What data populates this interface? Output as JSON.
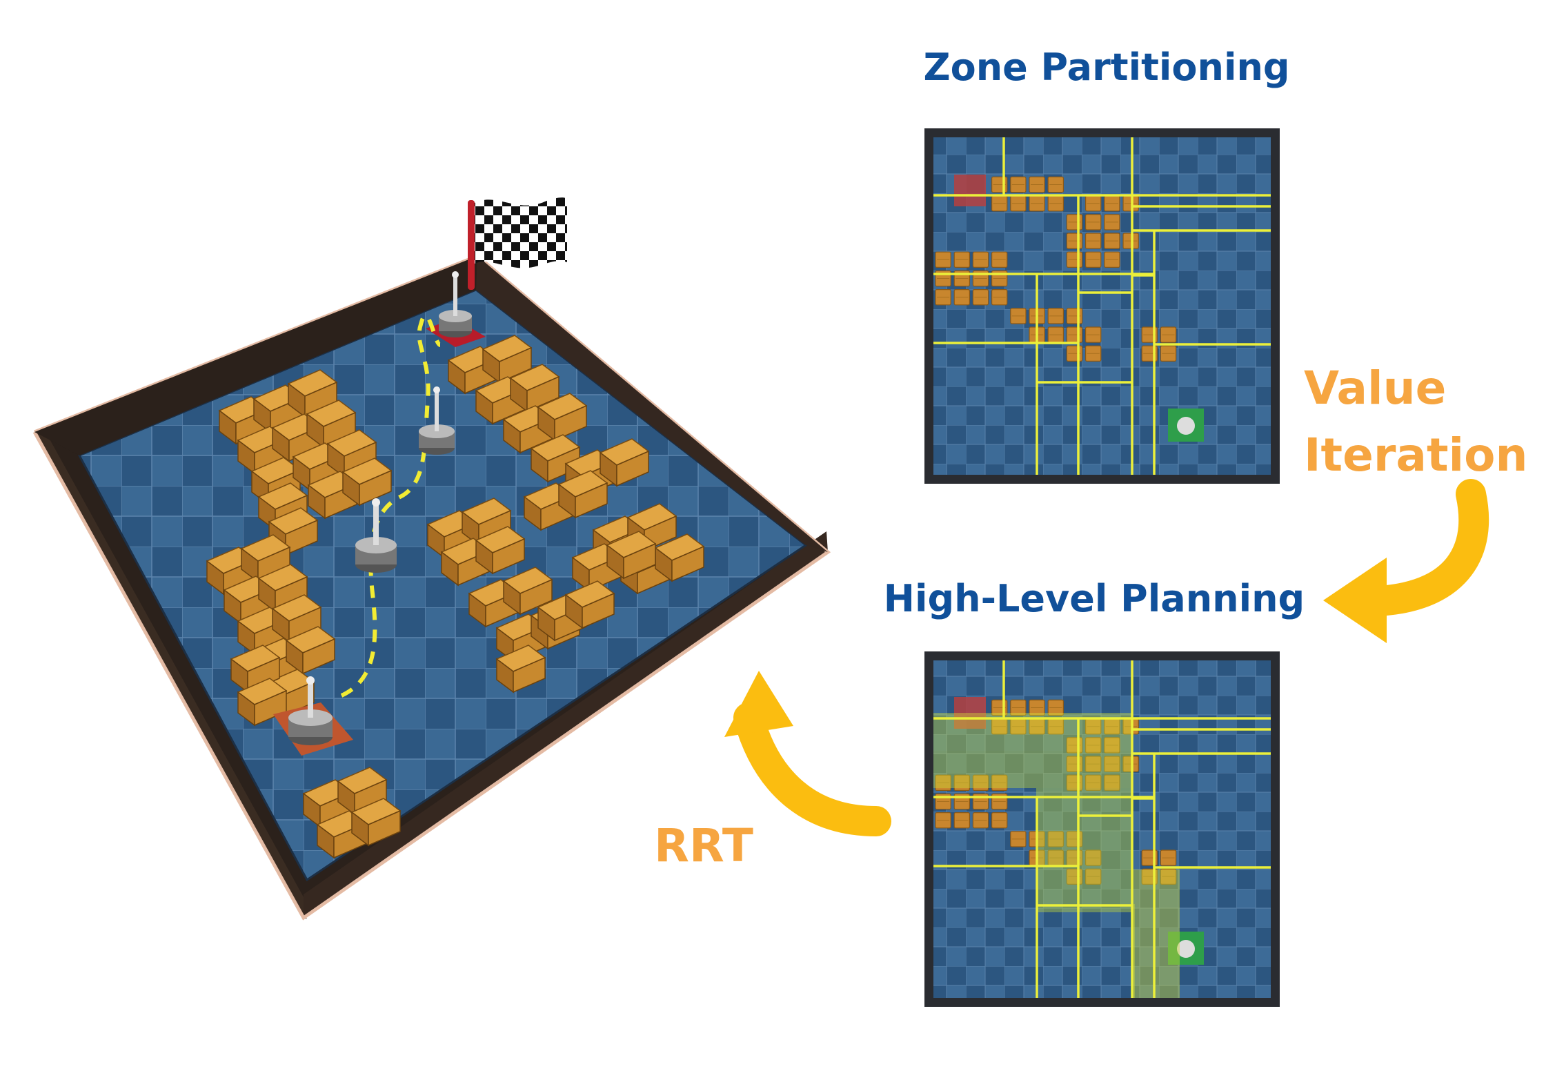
{
  "labels": {
    "zone_partitioning": "Zone Partitioning",
    "value_iteration_line1": "Value",
    "value_iteration_line2": "Iteration",
    "high_level_planning": "High-Level Planning",
    "rrt": "RRT"
  },
  "colors": {
    "title_blue": "#10509a",
    "step_orange": "#f6a540",
    "arrow_yellow": "#fbbd10",
    "zone_line": "#ecf03a",
    "floor_blue": "#2c5680",
    "floor_blue_alt": "#3c6a96",
    "crate": "#c8892e",
    "start_red": "#c0392b",
    "goal_green": "#2e9e4a",
    "wall": "#2a201a",
    "wall_rim": "#e3b9a2",
    "path_dash": "#f2ec33"
  },
  "icons": [
    "checkered-flag-icon",
    "robot-icon",
    "curved-arrow-icon"
  ]
}
